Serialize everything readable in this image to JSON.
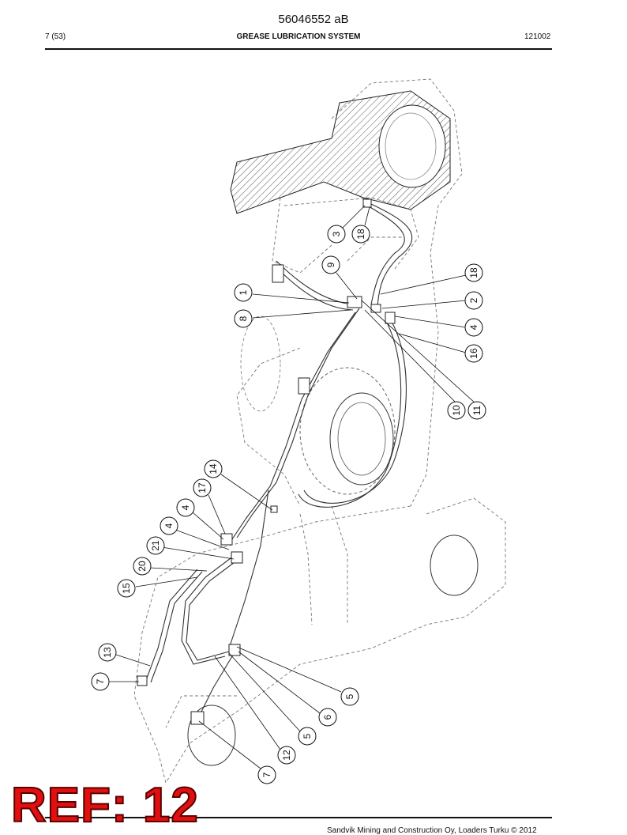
{
  "header": {
    "doc_number": "56046552 aB",
    "page": "7 (53)",
    "title": "GREASE LUBRICATION SYSTEM",
    "code": "121002"
  },
  "callouts": [
    {
      "label": "3"
    },
    {
      "label": "18"
    },
    {
      "label": "9"
    },
    {
      "label": "1"
    },
    {
      "label": "8"
    },
    {
      "label": "18"
    },
    {
      "label": "2"
    },
    {
      "label": "4"
    },
    {
      "label": "16"
    },
    {
      "label": "10"
    },
    {
      "label": "11"
    },
    {
      "label": "14"
    },
    {
      "label": "17"
    },
    {
      "label": "4"
    },
    {
      "label": "4"
    },
    {
      "label": "21"
    },
    {
      "label": "20"
    },
    {
      "label": "15"
    },
    {
      "label": "13"
    },
    {
      "label": "7"
    },
    {
      "label": "5"
    },
    {
      "label": "6"
    },
    {
      "label": "5"
    },
    {
      "label": "12"
    },
    {
      "label": "7"
    }
  ],
  "stamp": {
    "text": "REF: 12"
  },
  "footer": {
    "text": "Sandvik Mining and Construction Oy, Loaders Turku © 2012"
  }
}
